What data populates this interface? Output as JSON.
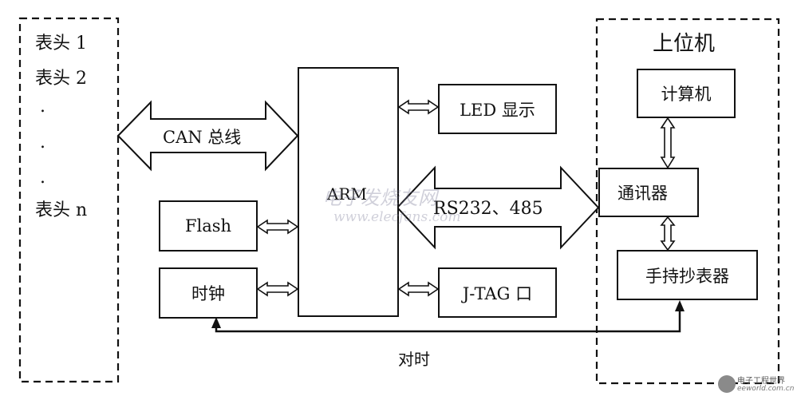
{
  "meters": {
    "item1": "表头 1",
    "item2": "表头 2",
    "dot1": ".",
    "dot2": ".",
    "dot3": ".",
    "itemN": "表头 n"
  },
  "buses": {
    "can": "CAN 总线",
    "rs": "RS232、485"
  },
  "blocks": {
    "arm": "ARM",
    "led": "LED 显示",
    "flash": "Flash",
    "clock": "时钟",
    "jtag": "J-TAG 口"
  },
  "host": {
    "title": "上位机",
    "computer": "计算机",
    "comm": "通讯器",
    "handheld": "手持抄表器"
  },
  "sync_label": "对时",
  "watermark": {
    "site_cn": "电子发烧友网",
    "site_url": "www.elecfans.com",
    "logo_cn": "电子工程世界",
    "logo_url": "eeworld.com.cn"
  }
}
